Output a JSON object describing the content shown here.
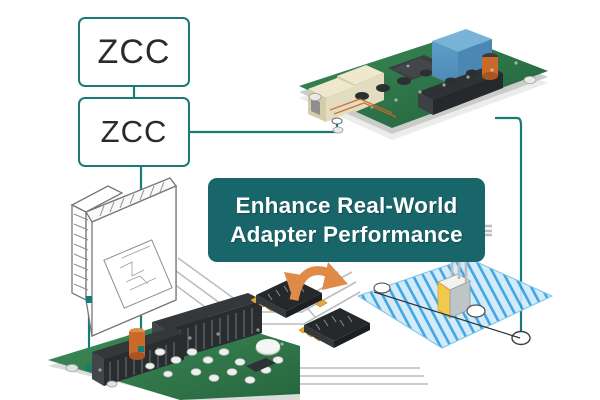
{
  "theme": {
    "background": "#ffffff",
    "teal_line": "#1a7a75",
    "banner_bg": "#18666a",
    "banner_text": "#ffffff",
    "pcb_green": "#2f7a4a",
    "pcb_green_dark": "#1d5733",
    "transformer_blue": "#5b9ec9",
    "connector_orange": "#e0a83a",
    "arrow_orange": "#e08a48",
    "trace_blue": "#2f9fe0",
    "cable_gray": "#b9bdc0",
    "chip_outline": "#6b7275",
    "rj45_cream": "#e4dcc0",
    "capacitor_orange": "#c9692a"
  },
  "labels": {
    "zcc_top": "ZCC",
    "zcc_bottom": "ZCC"
  },
  "headline": {
    "line1": "Enhance Real-World",
    "line2": "Adapter Performance"
  },
  "diagram": {
    "nodes": [
      {
        "id": "zcc-top",
        "type": "label-box",
        "text": "ZCC"
      },
      {
        "id": "zcc-bottom",
        "type": "label-box",
        "text": "ZCC"
      },
      {
        "id": "adapter-board",
        "type": "pcb-board",
        "description": "green network adapter PCB with blue transformer cube, black IC, two cream RJ45 jacks and black connector"
      },
      {
        "id": "chip-package",
        "type": "line-art-chip",
        "description": "outlined QFP chip package with die drawing"
      },
      {
        "id": "lower-board",
        "type": "pcb-board",
        "description": "green PCB with two black edge connectors, orange capacitor and white passives"
      },
      {
        "id": "connector-pair",
        "type": "connectors",
        "description": "two orange/black connector modules swapped by a curved double arrow"
      },
      {
        "id": "trace-region",
        "type": "hatched-band",
        "description": "blue hatched signal-trace band with yellow component and gray cables"
      }
    ],
    "links": [
      {
        "from": "zcc-top",
        "to": "zcc-bottom",
        "style": "teal"
      },
      {
        "from": "zcc-bottom",
        "to": "adapter-board",
        "style": "teal"
      },
      {
        "from": "zcc-bottom",
        "to": "lower-board",
        "style": "teal"
      },
      {
        "from": "chip-package",
        "to": "lower-board",
        "style": "teal"
      },
      {
        "from": "adapter-board",
        "to": "trace-region",
        "style": "teal"
      }
    ]
  }
}
